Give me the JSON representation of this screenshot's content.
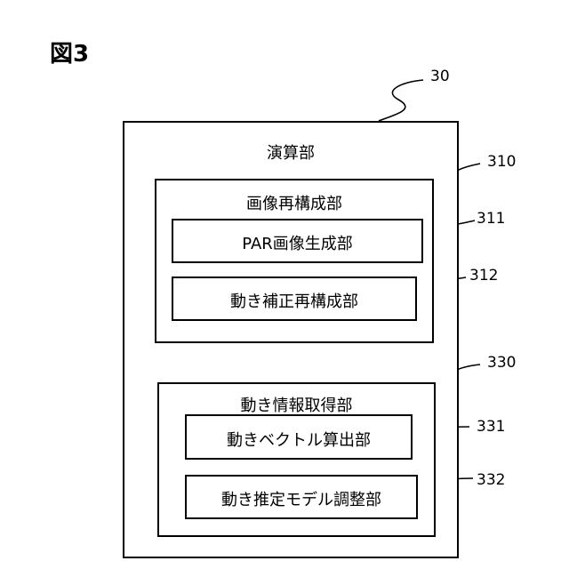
{
  "figure": {
    "title": "図3"
  },
  "diagram": {
    "outer": {
      "ref": "30",
      "label": "演算部"
    },
    "group_a": {
      "ref": "310",
      "label": "画像再構成部",
      "items": [
        {
          "ref": "311",
          "label": "PAR画像生成部"
        },
        {
          "ref": "312",
          "label": "動き補正再構成部"
        }
      ]
    },
    "group_b": {
      "ref": "330",
      "label": "動き情報取得部",
      "items": [
        {
          "ref": "331",
          "label": "動きベクトル算出部"
        },
        {
          "ref": "332",
          "label": "動き推定モデル調整部"
        }
      ]
    }
  }
}
